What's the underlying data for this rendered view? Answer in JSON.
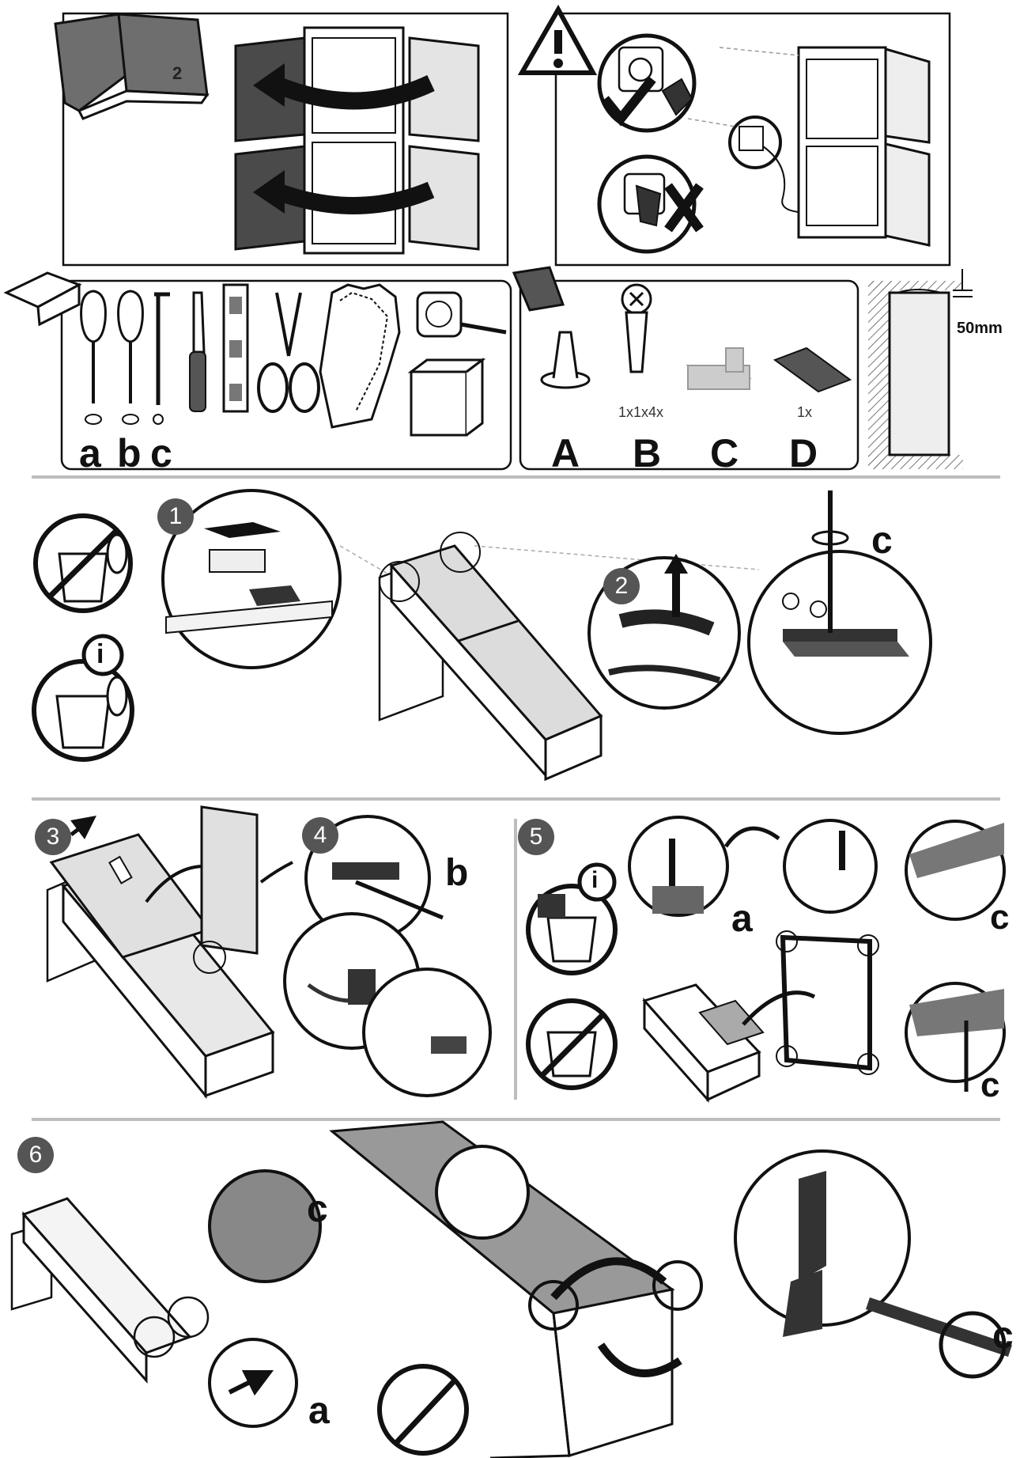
{
  "manual": {
    "page_number": "2",
    "tool_letters": [
      "a",
      "b",
      "c"
    ],
    "part_letters": [
      "A",
      "B",
      "C",
      "D"
    ],
    "part_quantities": {
      "B": "1x1x4x",
      "D": "1x"
    },
    "clearance": "50mm",
    "info_symbol": "i",
    "steps": [
      "1",
      "2",
      "3",
      "4",
      "5",
      "6"
    ],
    "tool_callouts": {
      "step2": "c",
      "step4": "b",
      "step5_top": "a",
      "step5_right1": "c",
      "step5_right2": "c",
      "step6_c1": "c",
      "step6_a": "a",
      "step6_c2": "c"
    }
  },
  "colors": {
    "ink": "#111111",
    "door_dark": "#4a4a4a",
    "panel_gray": "#8a8a8a",
    "badge": "#555555",
    "rule": "#bdbdbd"
  }
}
